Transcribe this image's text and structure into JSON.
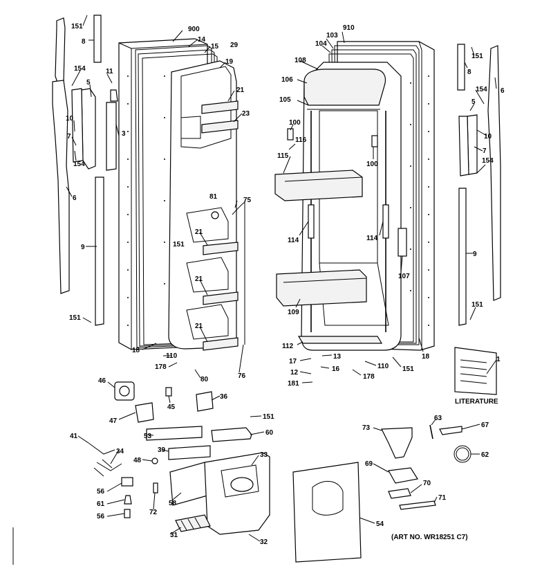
{
  "art_number": "(ART NO. WR18251 C7)",
  "literature_caption": "LITERATURE",
  "part_labels": {
    "p151_top_left": "151",
    "p8_left": "8",
    "p154_left_top": "154",
    "p11": "11",
    "p5_left": "5",
    "p10_left": "10",
    "p7_left": "7",
    "p154_left_bottom": "154",
    "p3": "3",
    "p6_left": "6",
    "p9_left": "9",
    "p151_left_bottom": "151",
    "p900": "900",
    "p14": "14",
    "p15": "15",
    "p29": "29",
    "p19": "19",
    "p21_a": "21",
    "p23": "23",
    "p81": "81",
    "p75": "75",
    "p21_b": "21",
    "p151_mid_left": "151",
    "p21_c": "21",
    "p21_d": "21",
    "p18_left": "18",
    "p110_left": "110",
    "p178_left": "178",
    "p80": "80",
    "p76": "76",
    "p910": "910",
    "p103": "103",
    "p104": "104",
    "p108": "108",
    "p106": "106",
    "p105": "105",
    "p100_a": "100",
    "p116": "116",
    "p115": "115",
    "p100_b": "100",
    "p114_left": "114",
    "p114_right": "114",
    "p107": "107",
    "p109": "109",
    "p112": "112",
    "p18_right": "18",
    "p13": "13",
    "p17": "17",
    "p16": "16",
    "p12": "12",
    "p181": "181",
    "p110_right": "110",
    "p178_right": "178",
    "p151_right_bottom_mid": "151",
    "p151_right_top": "151",
    "p8_right": "8",
    "p154_right_top": "154",
    "p6_right": "6",
    "p5_right": "5",
    "p10_right": "10",
    "p7_right": "7",
    "p154_right_bottom": "154",
    "p9_right": "9",
    "p151_right_bottom": "151",
    "p1": "1",
    "p46": "46",
    "p45": "45",
    "p36": "36",
    "p47": "47",
    "p151_lower": "151",
    "p53": "53",
    "p60": "60",
    "p41": "41",
    "p39": "39",
    "p34": "34",
    "p48": "48",
    "p33": "33",
    "p56_a": "56",
    "p61": "61",
    "p56_b": "56",
    "p72": "72",
    "p58": "58",
    "p31": "31",
    "p32": "32",
    "p73": "73",
    "p63": "63",
    "p67": "67",
    "p62": "62",
    "p69": "69",
    "p70": "70",
    "p71": "71",
    "p54": "54"
  }
}
